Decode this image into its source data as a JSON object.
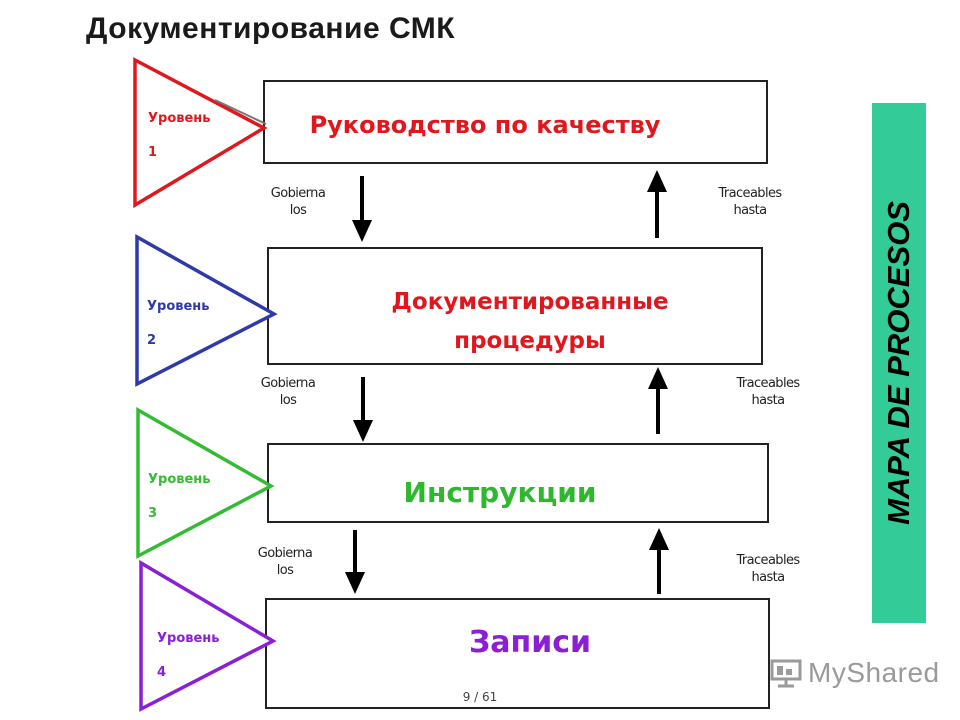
{
  "title": "Документирование СМК",
  "levels": [
    {
      "word": "Уровень",
      "num": "1",
      "color": "#e0181e",
      "box_text_1": "Руководство по качеству",
      "box_text_2": "",
      "text_color": "#e0181e"
    },
    {
      "word": "Уровень",
      "num": "2",
      "color": "#2e3aa8",
      "box_text_1": "Документированные",
      "box_text_2": "процедуры",
      "text_color": "#e0181e"
    },
    {
      "word": "Уровень",
      "num": "3",
      "color": "#33bb33",
      "box_text_1": "Инструкции",
      "box_text_2": "",
      "text_color": "#2eb82e"
    },
    {
      "word": "Уровень",
      "num": "4",
      "color": "#8a1fd6",
      "box_text_1": "Записи",
      "box_text_2": "",
      "text_color": "#8a1fd6"
    }
  ],
  "connectors": {
    "down_line1": "Gobierna",
    "down_line2": "los",
    "up_line1": "Traceables",
    "up_line2": "hasta"
  },
  "side_label": "MAPA DE PROCESOS",
  "side_color": "#33cc99",
  "page_number": "9 / 61",
  "logo_text": "MyShared"
}
